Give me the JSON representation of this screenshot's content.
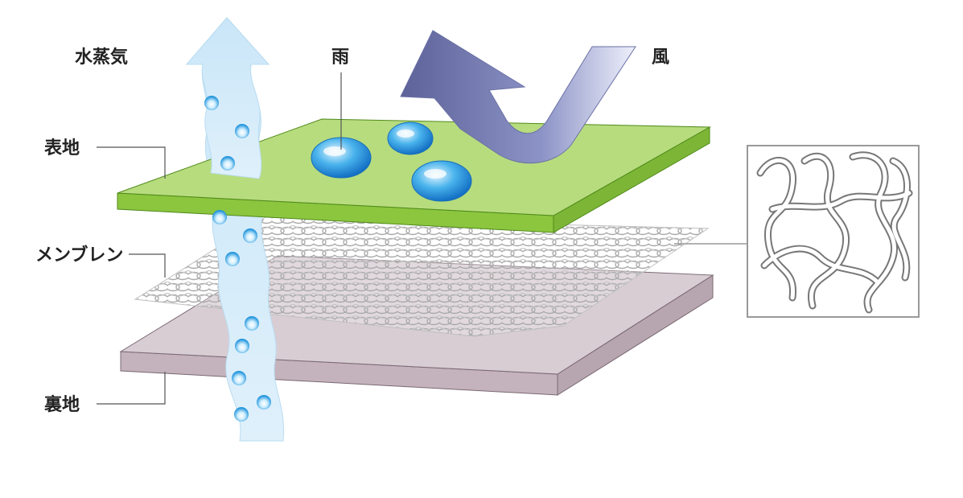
{
  "labels": {
    "vapor": "水蒸気",
    "rain": "雨",
    "wind": "風",
    "outer_fabric": "表地",
    "membrane": "メンブレン",
    "inner_fabric": "裏地"
  },
  "colors": {
    "outer_top": "#b7dc7e",
    "outer_front": "#8cc63f",
    "inner_top": "#d9cdd4",
    "inner_front": "#c4b3bd",
    "vapor_arrow": "#cfe8f7",
    "wind_arrow": "#7f87b8",
    "droplet": "#2e9fe0",
    "membrane_fiber": "#9a9a9a"
  }
}
